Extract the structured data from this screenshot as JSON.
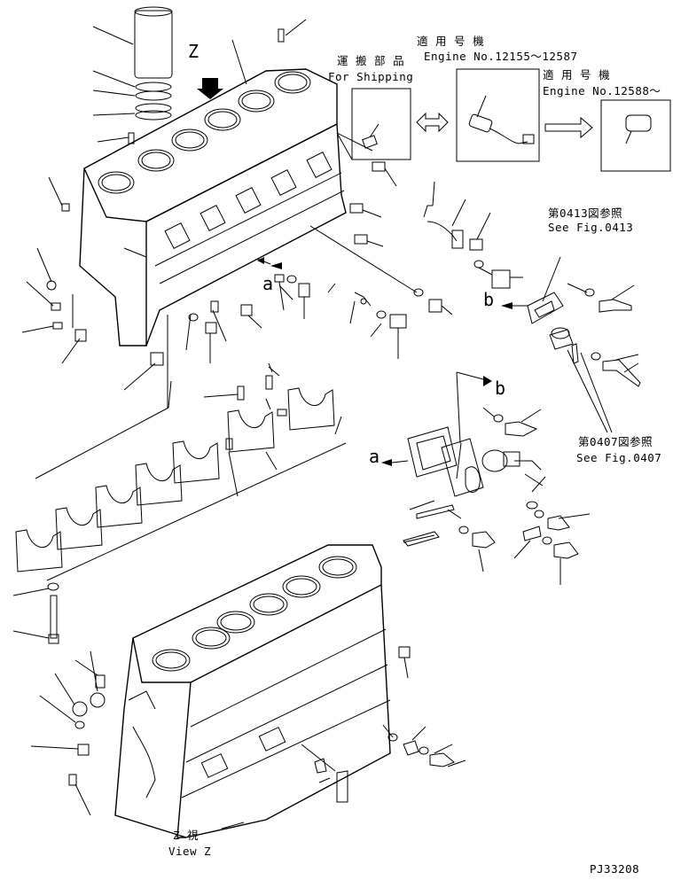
{
  "labels": {
    "shipping_jp": "運 搬 部 品",
    "shipping_en": "For Shipping",
    "applicable_jp_1": "適 用 号 機",
    "engine_range_1": "Engine No.12155～12587",
    "applicable_jp_2": "適 用 号 機",
    "engine_range_2": "Engine No.12588～",
    "ref_0413_jp": "第0413図参照",
    "ref_0413_en": "See Fig.0413",
    "ref_0407_jp": "第0407図参照",
    "ref_0407_en": "See Fig.0407",
    "view_z_jp": "Z  視",
    "view_z_en": "View Z",
    "z_marker": "Z",
    "marker_a_1": "a",
    "marker_b_1": "b",
    "marker_a_2": "a",
    "marker_b_2": "b",
    "figure_code": "PJ33208"
  }
}
